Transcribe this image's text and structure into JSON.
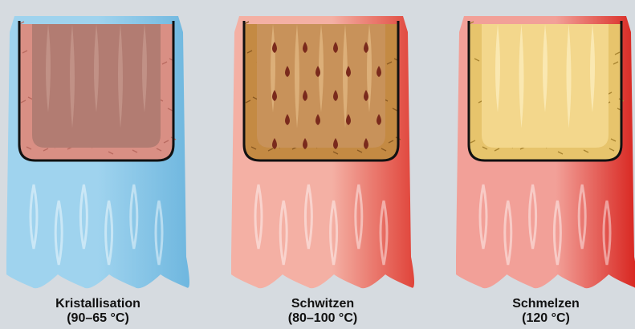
{
  "colors": {
    "background": "#d6dbe0",
    "outline": "#111111",
    "cool_liquid": "#9fd3ee",
    "warm_liquid": "#f2a39a"
  },
  "stages": [
    {
      "name": "Kristallisation",
      "range": "(90–65 °C)",
      "liquid_color": "#9fd3ee",
      "liquid_dark": "#6fb7df",
      "wall_color": "#d98f84",
      "wall_fiber": "#b96a60",
      "core_color": "#b27c72",
      "core_light": "#c89a8f",
      "icon": "crystallising-wax-icon"
    },
    {
      "name": "Schwitzen",
      "range": "(80–100 °C)",
      "liquid_color": "#f4b0a4",
      "liquid_dark": "#e0443a",
      "wall_color": "#c48a43",
      "wall_fiber": "#8a5a22",
      "core_color": "#c8925a",
      "core_light": "#e4bc86",
      "icon": "sweating-wax-icon"
    },
    {
      "name": "Schmelzen",
      "range": "(120 °C)",
      "liquid_color": "#f2a098",
      "liquid_dark": "#d8241e",
      "wall_color": "#e7c46c",
      "wall_fiber": "#a88430",
      "core_color": "#f3d78c",
      "core_light": "#fcefc0",
      "icon": "melting-wax-icon"
    }
  ]
}
